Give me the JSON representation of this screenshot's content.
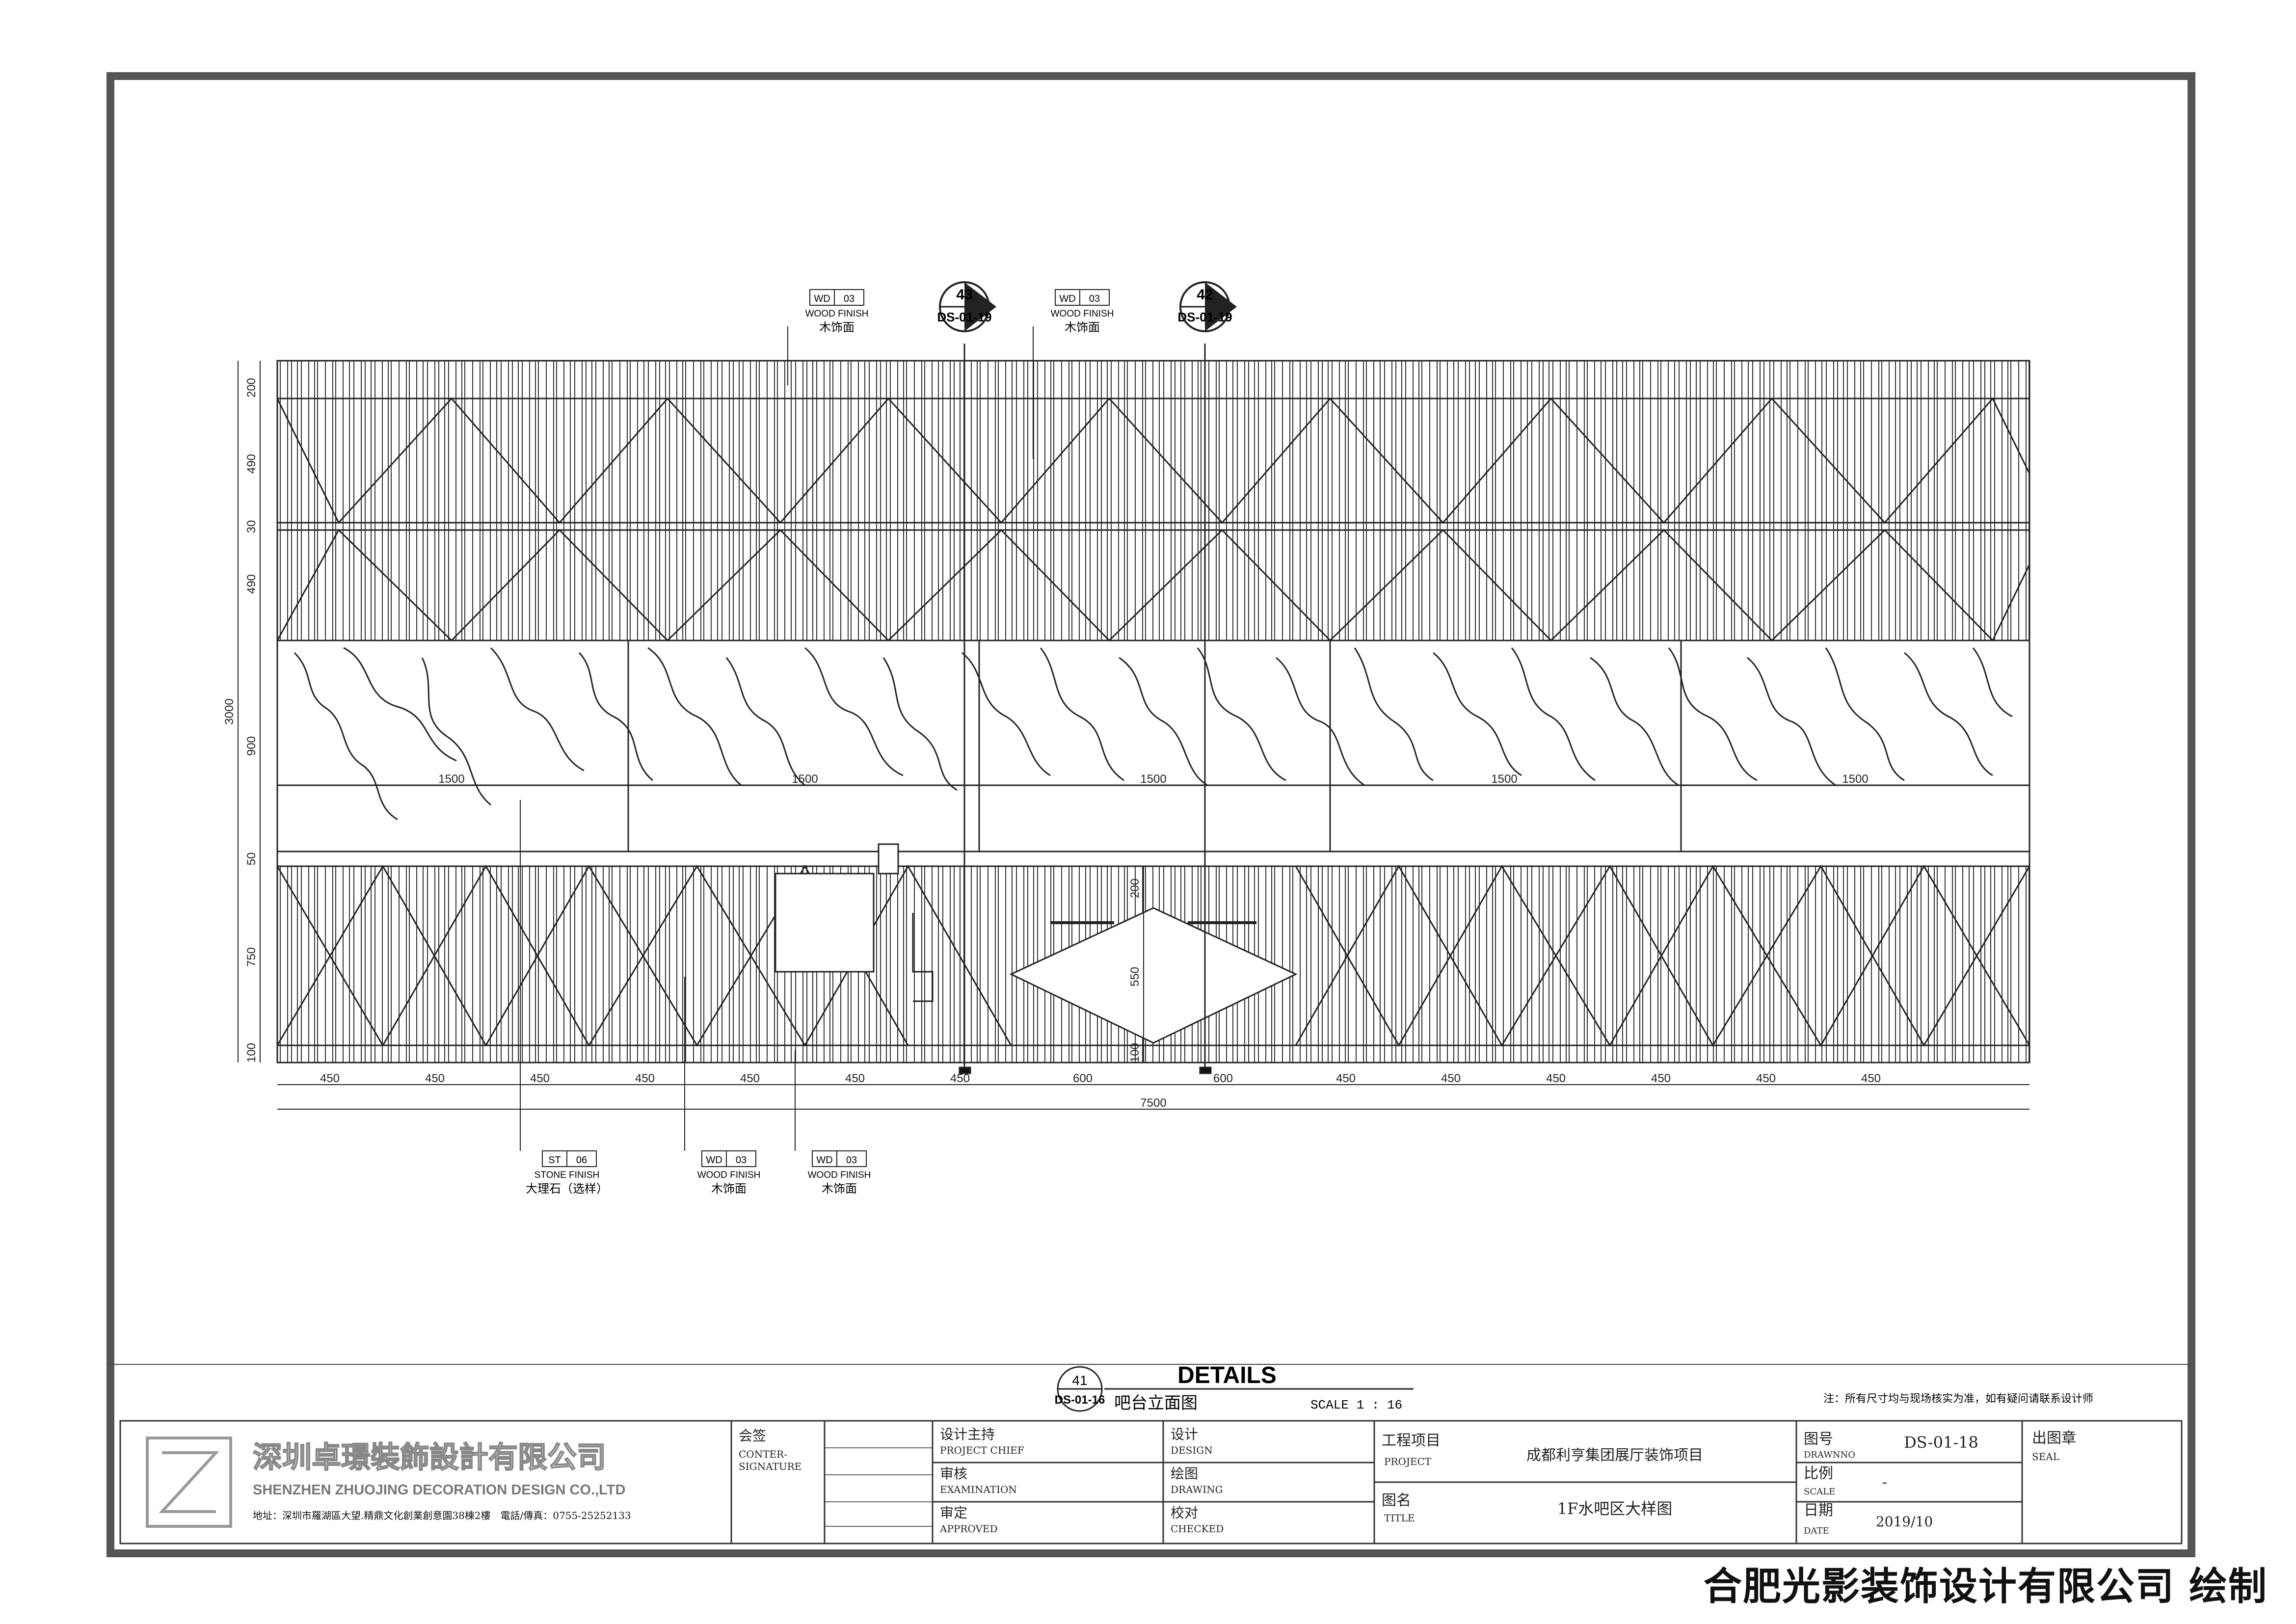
{
  "top_tags": [
    {
      "code": "WD",
      "num": "03",
      "en": "WOOD FINISH",
      "cn": "木饰面"
    },
    {
      "code": "WD",
      "num": "03",
      "en": "WOOD FINISH",
      "cn": "木饰面"
    }
  ],
  "bottom_tags": [
    {
      "code": "ST",
      "num": "06",
      "en": "STONE FINISH",
      "cn": "大理石（选样）"
    },
    {
      "code": "WD",
      "num": "03",
      "en": "WOOD FINISH",
      "cn": "木饰面"
    },
    {
      "code": "WD",
      "num": "03",
      "en": "WOOD FINISH",
      "cn": "木饰面"
    }
  ],
  "section_markers": [
    {
      "num": "43",
      "ref": "DS-01-19"
    },
    {
      "num": "42",
      "ref": "DS-01-19"
    }
  ],
  "dimensions": {
    "left_vertical": [
      "200",
      "490",
      "30",
      "490",
      "900",
      "50",
      "750",
      "100"
    ],
    "overall_height": "3000",
    "bottom_row": [
      "450",
      "450",
      "450",
      "450",
      "450",
      "450",
      "450",
      "600",
      "600",
      "450",
      "450",
      "450",
      "450",
      "450",
      "450"
    ],
    "overall_width": "7500",
    "stone_widths": [
      "1500",
      "1500",
      "1500",
      "1500",
      "1500"
    ],
    "inner_vertical": [
      "200",
      "550",
      "100"
    ]
  },
  "title_block": {
    "drawing_num": "41",
    "drawing_ref": "DS-01-16",
    "heading": "DETAILS",
    "subtitle": "吧台立面图",
    "scale": "SCALE 1 : 16",
    "note": "注：所有尺寸均与现场核实为准，如有疑问请联系设计师",
    "company_cn": "深圳卓璟裝飾設計有限公司",
    "company_en": "SHENZHEN ZHUOJING DECORATION DESIGN CO.,LTD",
    "address": "地址：深圳市羅湖區大望.精鼎文化創業創意園38棟2樓　電話/傳真：0755-25252133",
    "hq_cn": "会签",
    "hq_en1": "CONTER-",
    "hq_en2": "SIGNATURE",
    "pc_cn": "设计主持",
    "pc_en": "PROJECT CHIEF",
    "ex_cn": "审核",
    "ex_en": "EXAMINATION",
    "ap_cn": "审定",
    "ap_en": "APPROVED",
    "de_cn": "设计",
    "de_en": "DESIGN",
    "dr_cn": "绘图",
    "dr_en": "DRAWING",
    "ch_cn": "校对",
    "ch_en": "CHECKED",
    "project_cn": "工程项目",
    "project_en": "PROJECT",
    "project_value": "成都利亨集团展厅装饰项目",
    "title_cn": "图名",
    "title_en": "TITLE",
    "title_value": "1F水吧区大样图",
    "drawnno_cn": "图号",
    "drawnno_en": "DRAWNNO",
    "drawnno_value": "DS-01-18",
    "scale_cn": "比例",
    "scale_en": "SCALE",
    "scale_value": "-",
    "date_cn": "日期",
    "date_en": "DATE",
    "date_value": "2019/10",
    "seal_cn": "出图章",
    "seal_en": "SEAL"
  },
  "footer_brand": "合肥光影装饰设计有限公司 绘制"
}
